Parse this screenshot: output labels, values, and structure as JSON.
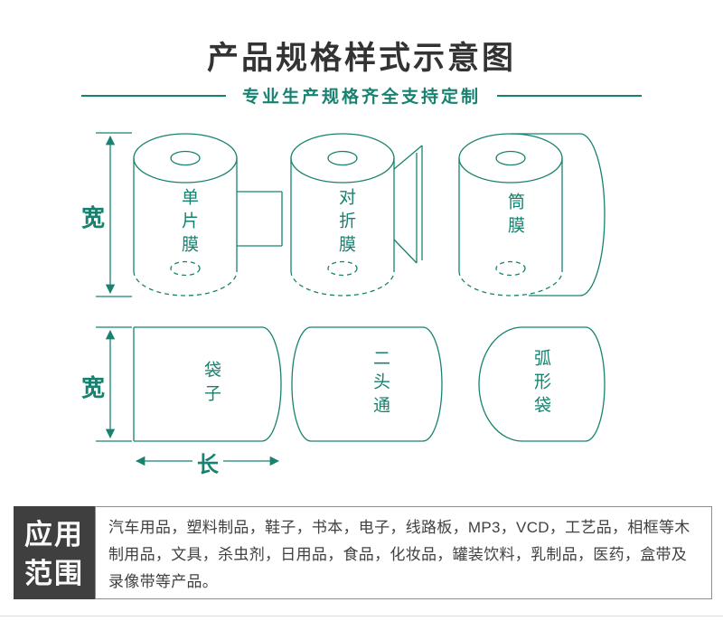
{
  "theme": {
    "accent": "#17826f",
    "panel": "#3f3f3f",
    "ink": "#333333",
    "body": "#404040",
    "border": "#8f8f8f",
    "divider": "#dcdcdc"
  },
  "header": {
    "title": "产品规格样式示意图",
    "subtitle": "专业生产规格齐全支持定制"
  },
  "diagram": {
    "rolls": [
      {
        "label": "单片膜"
      },
      {
        "label": "对折膜"
      },
      {
        "label": "筒膜"
      }
    ],
    "bags": [
      {
        "label": "袋子"
      },
      {
        "label": "二头通"
      },
      {
        "label": "弧形袋"
      }
    ],
    "dims": {
      "width": "宽",
      "length": "长"
    }
  },
  "application": {
    "heading_line1": "应用",
    "heading_line2": "范围",
    "text": "汽车用品，塑料制品，鞋子，书本，电子，线路板，MP3，VCD，工艺品，相框等木制用品，文具，杀虫剂，日用品，食品，化妆品，罐装饮料，乳制品，医药，盒带及录像带等产品。"
  }
}
